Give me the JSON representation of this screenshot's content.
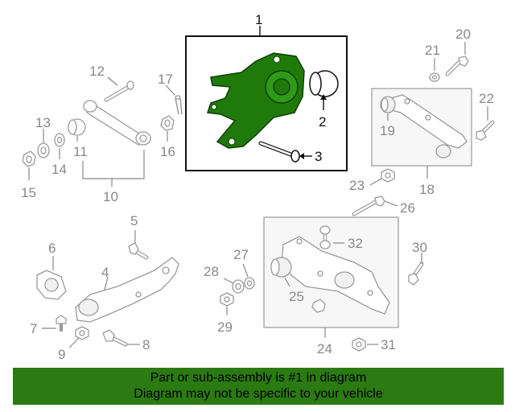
{
  "diagram": {
    "callouts": {
      "c1": "1",
      "c2": "2",
      "c3": "3",
      "c4": "4",
      "c5": "5",
      "c6": "6",
      "c7": "7",
      "c8": "8",
      "c9": "9",
      "c10": "10",
      "c11": "11",
      "c12": "12",
      "c13": "13",
      "c14": "14",
      "c15": "15",
      "c16": "16",
      "c17": "17",
      "c18": "18",
      "c19": "19",
      "c20": "20",
      "c21": "21",
      "c22": "22",
      "c23": "23",
      "c24": "24",
      "c25": "25",
      "c26": "26",
      "c27": "27",
      "c28": "28",
      "c29": "29",
      "c30": "30",
      "c31": "31",
      "c32": "32"
    },
    "highlight_color": "#1f7a0a",
    "banner_color": "#2b7a12"
  },
  "banner": {
    "line1": "Part or sub-assembly is #1 in diagram",
    "line2": "Diagram may not be specific to your vehicle"
  }
}
